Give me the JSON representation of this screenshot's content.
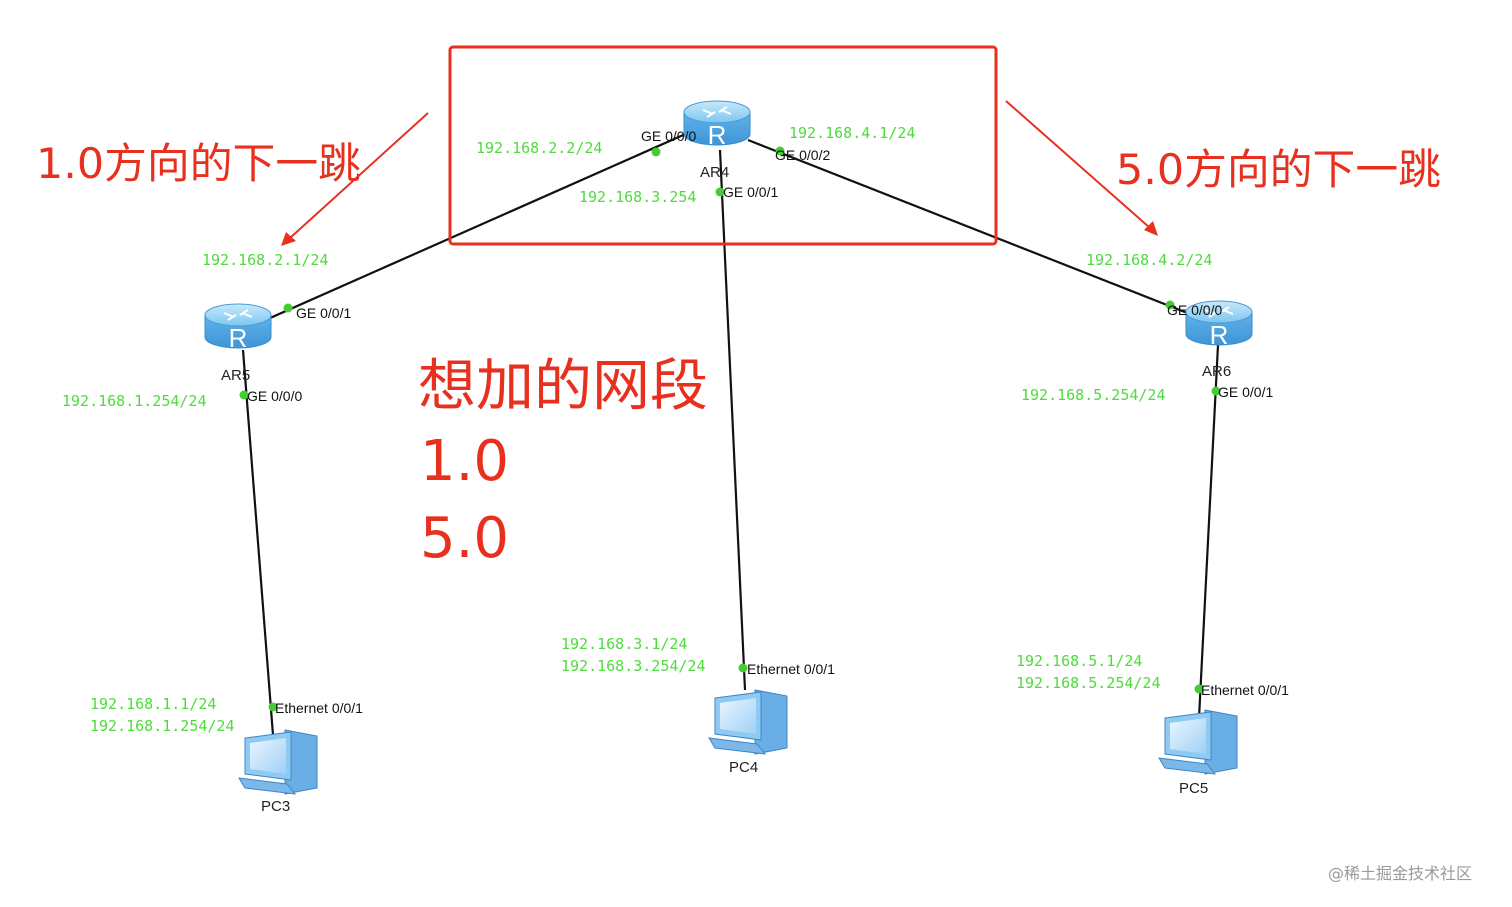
{
  "colors": {
    "annotation": "#e8301f",
    "ip_text": "#4ddc3c",
    "port_dot": "#44cc33",
    "link": "#111111",
    "router_body": "#5fb4ea"
  },
  "icons": {
    "router": "router-icon",
    "pc": "desktop-pc-icon"
  },
  "devices": {
    "ar4": {
      "name": "AR4",
      "symbol": "R"
    },
    "ar5": {
      "name": "AR5",
      "symbol": "R"
    },
    "ar6": {
      "name": "AR6",
      "symbol": "R"
    },
    "pc3": {
      "name": "PC3"
    },
    "pc4": {
      "name": "PC4"
    },
    "pc5": {
      "name": "PC5"
    }
  },
  "ports": {
    "ar4_ge000": "GE 0/0/0",
    "ar4_ge002": "GE 0/0/2",
    "ar4_ge001": "GE 0/0/1",
    "ar5_ge001": "GE 0/0/1",
    "ar5_ge000": "GE 0/0/0",
    "ar6_ge000": "GE 0/0/0",
    "ar6_ge001": "GE 0/0/1",
    "pc3_eth": "Ethernet 0/0/1",
    "pc4_eth": "Ethernet 0/0/1",
    "pc5_eth": "Ethernet 0/0/1"
  },
  "ips": {
    "ar4_left": "192.168.2.2/24",
    "ar4_right": "192.168.4.1/24",
    "ar4_down": "192.168.3.254",
    "ar5_up": "192.168.2.1/24",
    "ar5_down": "192.168.1.254/24",
    "ar6_up": "192.168.4.2/24",
    "ar6_down": "192.168.5.254/24",
    "pc3_ip": "192.168.1.1/24",
    "pc3_gw": "192.168.1.254/24",
    "pc4_ip": "192.168.3.1/24",
    "pc4_gw": "192.168.3.254/24",
    "pc5_ip": "192.168.5.1/24",
    "pc5_gw": "192.168.5.254/24"
  },
  "annotations": {
    "left_next_hop": "1.0方向的下一跳",
    "right_next_hop": "5.0方向的下一跳",
    "want_add": "想加的网段",
    "net1": "1.0",
    "net2": "5.0"
  },
  "watermark": "@稀土掘金技术社区"
}
